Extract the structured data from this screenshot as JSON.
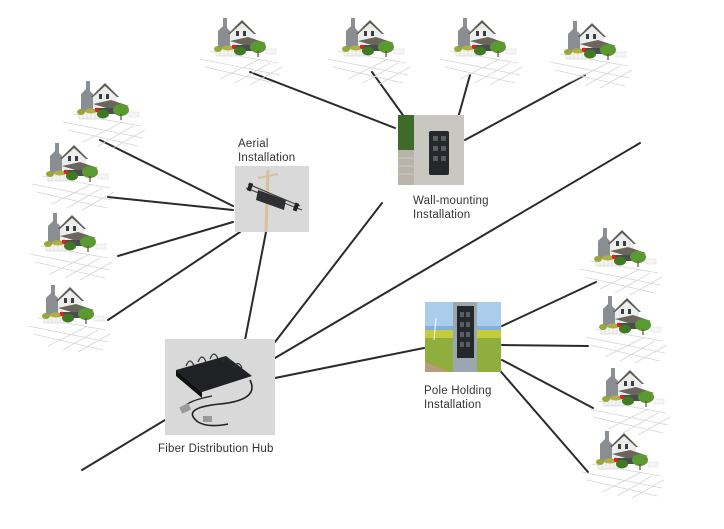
{
  "diagram": {
    "title": "",
    "hub": {
      "label": "Fiber Distribution Hub"
    },
    "nodes": [
      {
        "id": "aerial",
        "label_line1": "Aerial",
        "label_line2": "Installation"
      },
      {
        "id": "wall",
        "label_line1": "Wall-mounting",
        "label_line2": "Installation"
      },
      {
        "id": "pole",
        "label_line1": "Pole Holding",
        "label_line2": "Installation"
      }
    ],
    "houses": {
      "aerial_group_count": 4,
      "wall_group_count": 4,
      "pole_group_count": 4
    },
    "connections": [
      {
        "from": "hub",
        "to": "aerial"
      },
      {
        "from": "hub",
        "to": "wall"
      },
      {
        "from": "hub",
        "to": "pole"
      },
      {
        "from": "hub",
        "to": "feeder-trunk-upper"
      },
      {
        "from": "hub",
        "to": "feeder-trunk-lower"
      },
      {
        "from": "aerial",
        "to": "house"
      },
      {
        "from": "wall",
        "to": "house"
      },
      {
        "from": "pole",
        "to": "house"
      }
    ],
    "colors": {
      "line": "#2b2b2b",
      "box_bg": "#d9d9d9",
      "label": "#333333",
      "roof": "#6b665c",
      "wall": "#9a9ea3",
      "tree": "#4f8a2a",
      "mailbox": "#d8232a"
    }
  }
}
